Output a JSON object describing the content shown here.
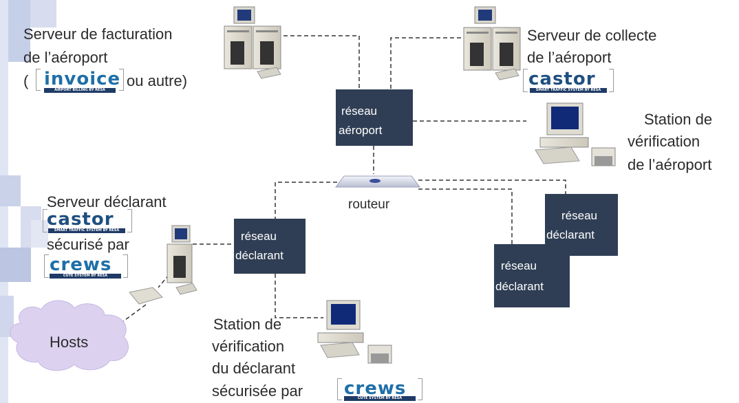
{
  "labels": {
    "billing_server": [
      "Serveur de facturation",
      "de l’aéroport"
    ],
    "billing_open": "(",
    "billing_close": " ou autre)",
    "collection_server": [
      "Serveur de collecte",
      "de l’aéroport"
    ],
    "airport_station": [
      "Station de",
      "vérification",
      "de l’aéroport"
    ],
    "router": "routeur",
    "declarant_server": "Serveur déclarant",
    "secured_by": "sécurisé par",
    "declarant_station": [
      "Station de",
      "vérification",
      "du déclarant",
      "sécurisée par"
    ],
    "hosts": "Hosts"
  },
  "networks": {
    "airport": [
      "réseau",
      "aéroport"
    ],
    "declarant": [
      "réseau",
      "déclarant"
    ]
  },
  "logos": {
    "invoice": {
      "name": "invoice",
      "tagline": "AIRPORT BILLING BY RESA"
    },
    "castor": {
      "name": "castor",
      "tagline": "SMART TRAFFIC SYSTEM BY RESA"
    },
    "crews": {
      "name": "crews",
      "tagline": "CUTE SYSTEM BY RESA"
    }
  },
  "colors": {
    "network_box": "#2f3e54",
    "logo_blue": "#1f4f80",
    "resa_orange": "#e05a1e",
    "cloud": "#dcd2f0"
  }
}
